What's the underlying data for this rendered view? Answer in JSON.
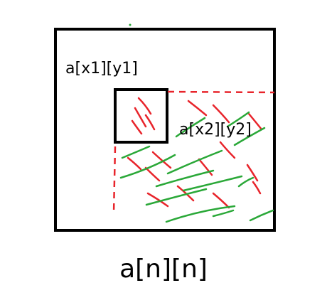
{
  "labels": {
    "top_left_corner": "a[x1][y1]",
    "bottom_right_corner": "a[x2][y2]",
    "matrix": "a[n][n]"
  },
  "colors": {
    "outline": "#000000",
    "red_marks": "#e8242b",
    "green_marks": "#2aa838",
    "background": "#ffffff"
  }
}
